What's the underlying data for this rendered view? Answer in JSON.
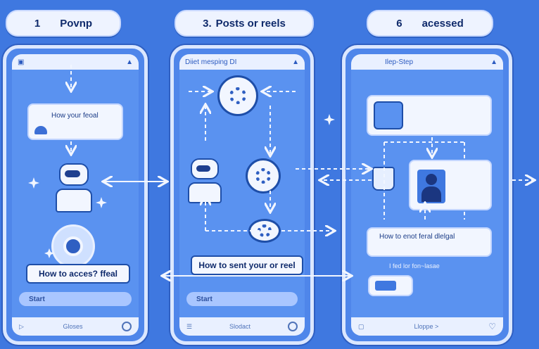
{
  "steps": [
    {
      "num": "1",
      "label": "Povnp"
    },
    {
      "num": "3.",
      "label": "Posts or reels"
    },
    {
      "num": "6",
      "label": "acessed"
    }
  ],
  "phone1": {
    "card_text": "How your feoal",
    "button_text": "How to acces? ffeal",
    "start_text": "Start",
    "bottom_text": "Gloses"
  },
  "phone2": {
    "title": "Diiet mesping DI",
    "button_text": "How to sent your or reel",
    "start_text": "Start",
    "bottom_text": "Slodact"
  },
  "phone3": {
    "title": "Ilep-Step",
    "card_text": "How to enot feral dlelgal",
    "note_text": "I fed lor fon~lasae",
    "bottom_text": "Lloppe >"
  },
  "colors": {
    "background": "#3f78e0",
    "screen": "#5a92f0",
    "accent": "#1e4ea8"
  }
}
